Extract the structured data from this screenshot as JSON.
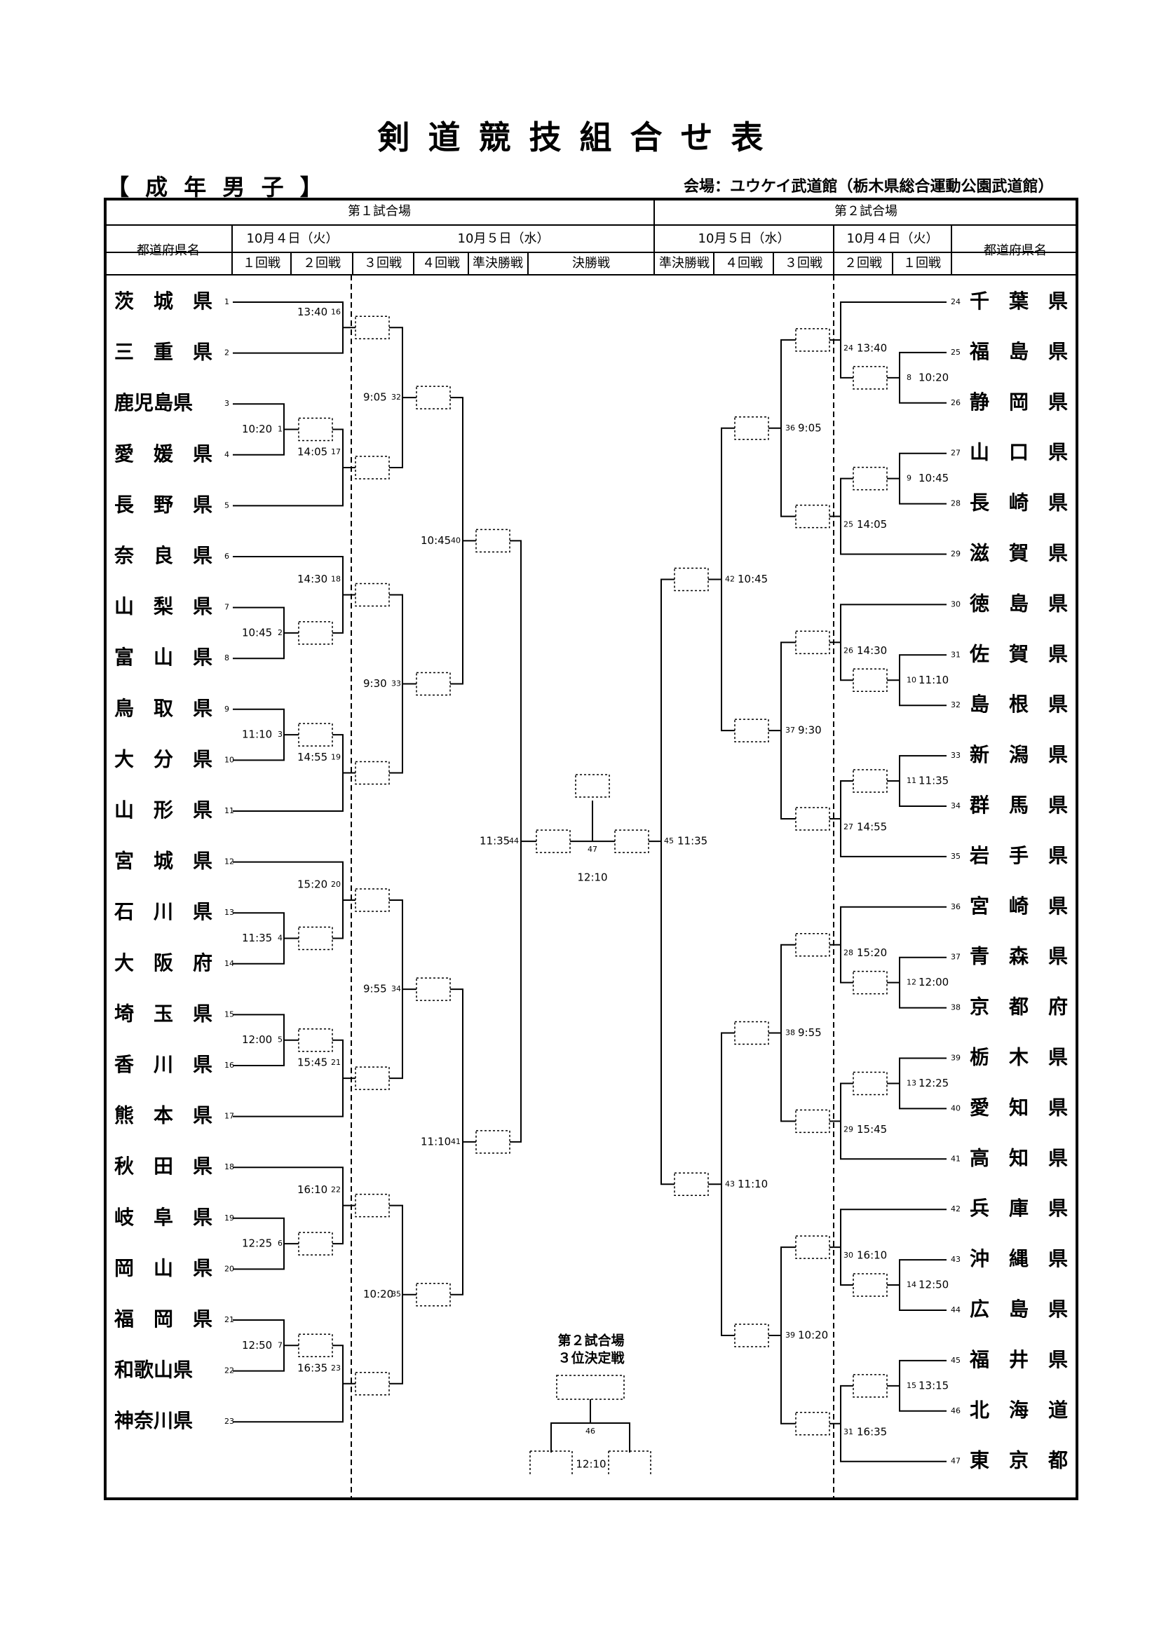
{
  "title": "剣道競技組合せ表",
  "category": "【 成 年 男 子 】",
  "venue": "会場：ユウケイ武道館（栃木県総合運動公園武道館）",
  "header": {
    "court1": "第１試合場",
    "court2": "第２試合場",
    "pref_col": "都道府県名",
    "date_oct4": "10月４日（火）",
    "date_oct5": "10月５日（水）",
    "round1": "１回戦",
    "round2": "２回戦",
    "round3": "３回戦",
    "round4": "４回戦",
    "semifinal": "準決勝戦",
    "final": "決勝戦"
  },
  "left_teams": [
    {
      "num": "1",
      "name": "茨城県"
    },
    {
      "num": "2",
      "name": "三重県"
    },
    {
      "num": "3",
      "name": "鹿児島県"
    },
    {
      "num": "4",
      "name": "愛媛県"
    },
    {
      "num": "5",
      "name": "長野県"
    },
    {
      "num": "6",
      "name": "奈良県"
    },
    {
      "num": "7",
      "name": "山梨県"
    },
    {
      "num": "8",
      "name": "富山県"
    },
    {
      "num": "9",
      "name": "鳥取県"
    },
    {
      "num": "10",
      "name": "大分県"
    },
    {
      "num": "11",
      "name": "山形県"
    },
    {
      "num": "12",
      "name": "宮城県"
    },
    {
      "num": "13",
      "name": "石川県"
    },
    {
      "num": "14",
      "name": "大阪府"
    },
    {
      "num": "15",
      "name": "埼玉県"
    },
    {
      "num": "16",
      "name": "香川県"
    },
    {
      "num": "17",
      "name": "熊本県"
    },
    {
      "num": "18",
      "name": "秋田県"
    },
    {
      "num": "19",
      "name": "岐阜県"
    },
    {
      "num": "20",
      "name": "岡山県"
    },
    {
      "num": "21",
      "name": "福岡県"
    },
    {
      "num": "22",
      "name": "和歌山県"
    },
    {
      "num": "23",
      "name": "神奈川県"
    }
  ],
  "right_teams": [
    {
      "num": "24",
      "name": "千葉県"
    },
    {
      "num": "25",
      "name": "福島県"
    },
    {
      "num": "26",
      "name": "静岡県"
    },
    {
      "num": "27",
      "name": "山口県"
    },
    {
      "num": "28",
      "name": "長崎県"
    },
    {
      "num": "29",
      "name": "滋賀県"
    },
    {
      "num": "30",
      "name": "徳島県"
    },
    {
      "num": "31",
      "name": "佐賀県"
    },
    {
      "num": "32",
      "name": "島根県"
    },
    {
      "num": "33",
      "name": "新潟県"
    },
    {
      "num": "34",
      "name": "群馬県"
    },
    {
      "num": "35",
      "name": "岩手県"
    },
    {
      "num": "36",
      "name": "宮崎県"
    },
    {
      "num": "37",
      "name": "青森県"
    },
    {
      "num": "38",
      "name": "京都府"
    },
    {
      "num": "39",
      "name": "栃木県"
    },
    {
      "num": "40",
      "name": "愛知県"
    },
    {
      "num": "41",
      "name": "高知県"
    },
    {
      "num": "42",
      "name": "兵庫県"
    },
    {
      "num": "43",
      "name": "沖縄県"
    },
    {
      "num": "44",
      "name": "広島県"
    },
    {
      "num": "45",
      "name": "福井県"
    },
    {
      "num": "46",
      "name": "北海道"
    },
    {
      "num": "47",
      "name": "東京都"
    }
  ],
  "matches": {
    "r1_left": [
      {
        "num": "1",
        "time": "10:20"
      },
      {
        "num": "2",
        "time": "10:45"
      },
      {
        "num": "3",
        "time": "11:10"
      },
      {
        "num": "4",
        "time": "11:35"
      },
      {
        "num": "5",
        "time": "12:00"
      },
      {
        "num": "6",
        "time": "12:25"
      },
      {
        "num": "7",
        "time": "12:50"
      }
    ],
    "r2_left": [
      {
        "num": "16",
        "time": "13:40"
      },
      {
        "num": "17",
        "time": "14:05"
      },
      {
        "num": "18",
        "time": "14:30"
      },
      {
        "num": "19",
        "time": "14:55"
      },
      {
        "num": "20",
        "time": "15:20"
      },
      {
        "num": "21",
        "time": "15:45"
      },
      {
        "num": "22",
        "time": "16:10"
      },
      {
        "num": "23",
        "time": "16:35"
      }
    ],
    "r3_left": [
      {
        "num": "32",
        "time": "9:05"
      },
      {
        "num": "33",
        "time": "9:30"
      },
      {
        "num": "34",
        "time": "9:55"
      },
      {
        "num": "35",
        "time": "10:20"
      }
    ],
    "r4_left": [
      {
        "num": "40",
        "time": "10:45"
      },
      {
        "num": "41",
        "time": "11:10"
      }
    ],
    "sf_left": {
      "num": "44",
      "time": "11:35"
    },
    "r1_right": [
      {
        "num": "8",
        "time": "10:20"
      },
      {
        "num": "9",
        "time": "10:45"
      },
      {
        "num": "10",
        "time": "11:10"
      },
      {
        "num": "11",
        "time": "11:35"
      },
      {
        "num": "12",
        "time": "12:00"
      },
      {
        "num": "13",
        "time": "12:25"
      },
      {
        "num": "14",
        "time": "12:50"
      },
      {
        "num": "15",
        "time": "13:15"
      }
    ],
    "r2_right": [
      {
        "num": "24",
        "time": "13:40"
      },
      {
        "num": "25",
        "time": "14:05"
      },
      {
        "num": "26",
        "time": "14:30"
      },
      {
        "num": "27",
        "time": "14:55"
      },
      {
        "num": "28",
        "time": "15:20"
      },
      {
        "num": "29",
        "time": "15:45"
      },
      {
        "num": "30",
        "time": "16:10"
      },
      {
        "num": "31",
        "time": "16:35"
      }
    ],
    "r3_right": [
      {
        "num": "36",
        "time": "9:05"
      },
      {
        "num": "37",
        "time": "9:30"
      },
      {
        "num": "38",
        "time": "9:55"
      },
      {
        "num": "39",
        "time": "10:20"
      }
    ],
    "r4_right": [
      {
        "num": "42",
        "time": "10:45"
      },
      {
        "num": "43",
        "time": "11:10"
      }
    ],
    "sf_right": {
      "num": "45",
      "time": "11:35"
    },
    "final": {
      "num": "47",
      "time": "12:10"
    },
    "third_place": {
      "court": "第２試合場",
      "label": "３位決定戦",
      "num": "46",
      "time": "12:10"
    }
  }
}
